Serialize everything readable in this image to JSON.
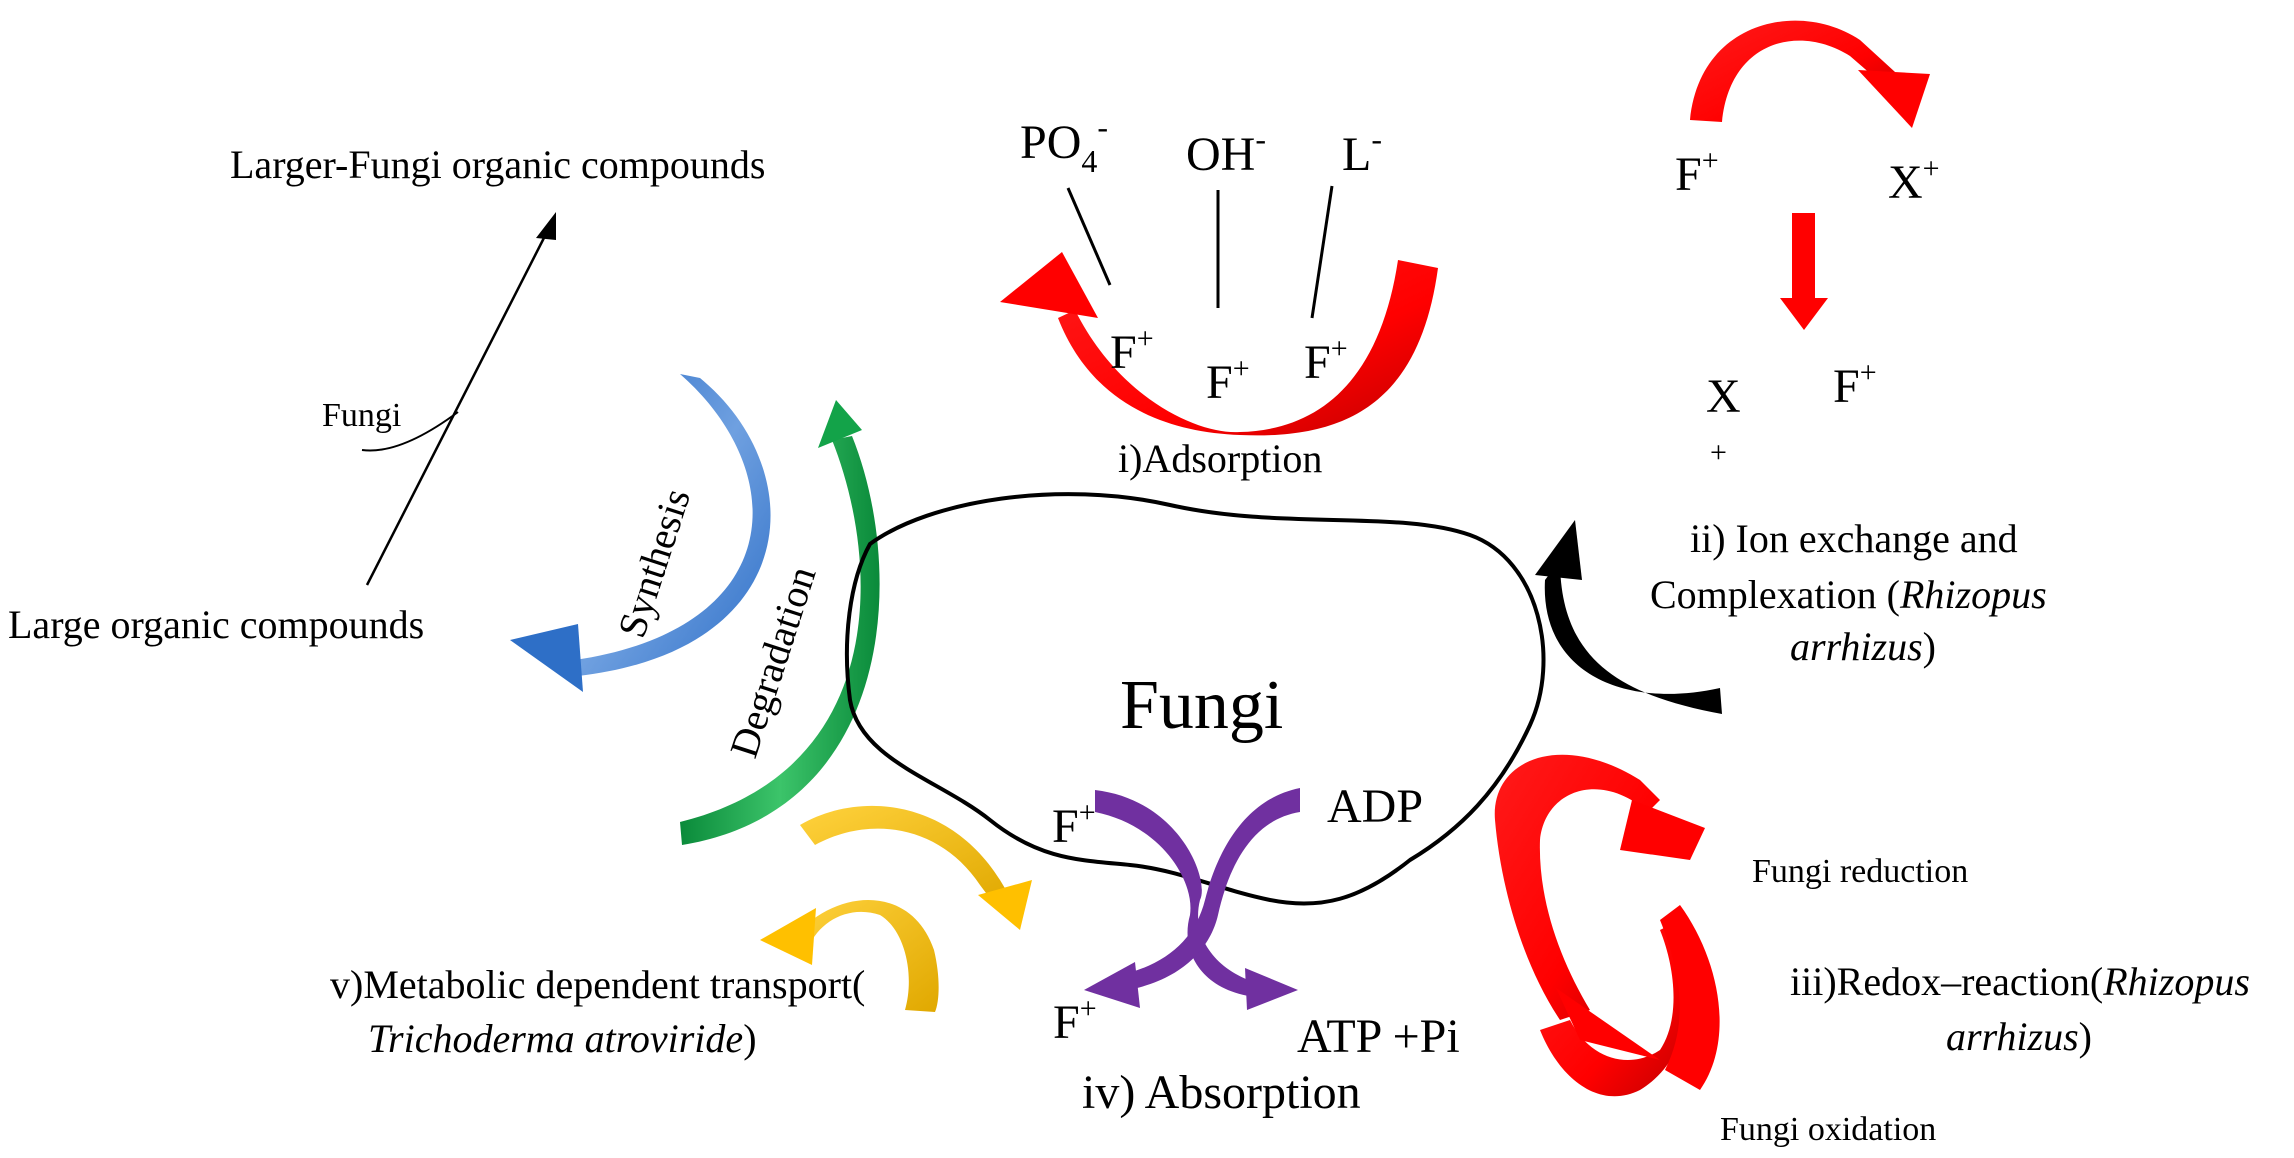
{
  "center": {
    "label": "Fungi"
  },
  "synthesis_panel": {
    "top_label": "Larger-Fungi organic compounds",
    "bottom_label": "Large organic compounds",
    "catalyst": "Fungi",
    "synthesis": "Synthesis",
    "degradation": "Degradation"
  },
  "adsorption": {
    "title": "i)Adsorption",
    "ligands": [
      {
        "base": "PO",
        "sub": "4",
        "sup": "-"
      },
      {
        "base": "OH",
        "sup": "-"
      },
      {
        "base": "L",
        "sup": "-"
      }
    ],
    "bound": [
      "F",
      "F",
      "F"
    ],
    "sup": "+"
  },
  "ion_exchange": {
    "top": {
      "left": "F",
      "right": "X",
      "sup": "+"
    },
    "bottom": {
      "left": "X",
      "right": "F",
      "sup": "+"
    },
    "title_line1": "ii) Ion exchange and",
    "title_line2_plain": "Complexation (",
    "title_line2_italic": "Rhizopus",
    "title_line3_italic": "arrhizus",
    "title_line3_plain": ")"
  },
  "redox": {
    "reduction": "Fungi reduction",
    "oxidation": "Fungi oxidation",
    "title_plain": "iii)Redox–reaction(",
    "title_italic": "Rhizopus",
    "title_line2_italic": "arrhizus",
    "title_line2_plain": ")"
  },
  "absorption": {
    "in_left": "F",
    "in_right": "ADP",
    "out_left": "F",
    "out_right": "ATP +Pi",
    "sup": "+",
    "title": "iv) Absorption"
  },
  "metabolic": {
    "line1": "v)Metabolic dependent transport(",
    "line2_italic": "Trichoderma atroviride",
    "line2_plain": ")"
  },
  "colors": {
    "red": "#ff0000",
    "blue": "#2e6fc7",
    "green": "#13a349",
    "yellow": "#ffc000",
    "purple": "#7030a0",
    "black": "#000000"
  }
}
